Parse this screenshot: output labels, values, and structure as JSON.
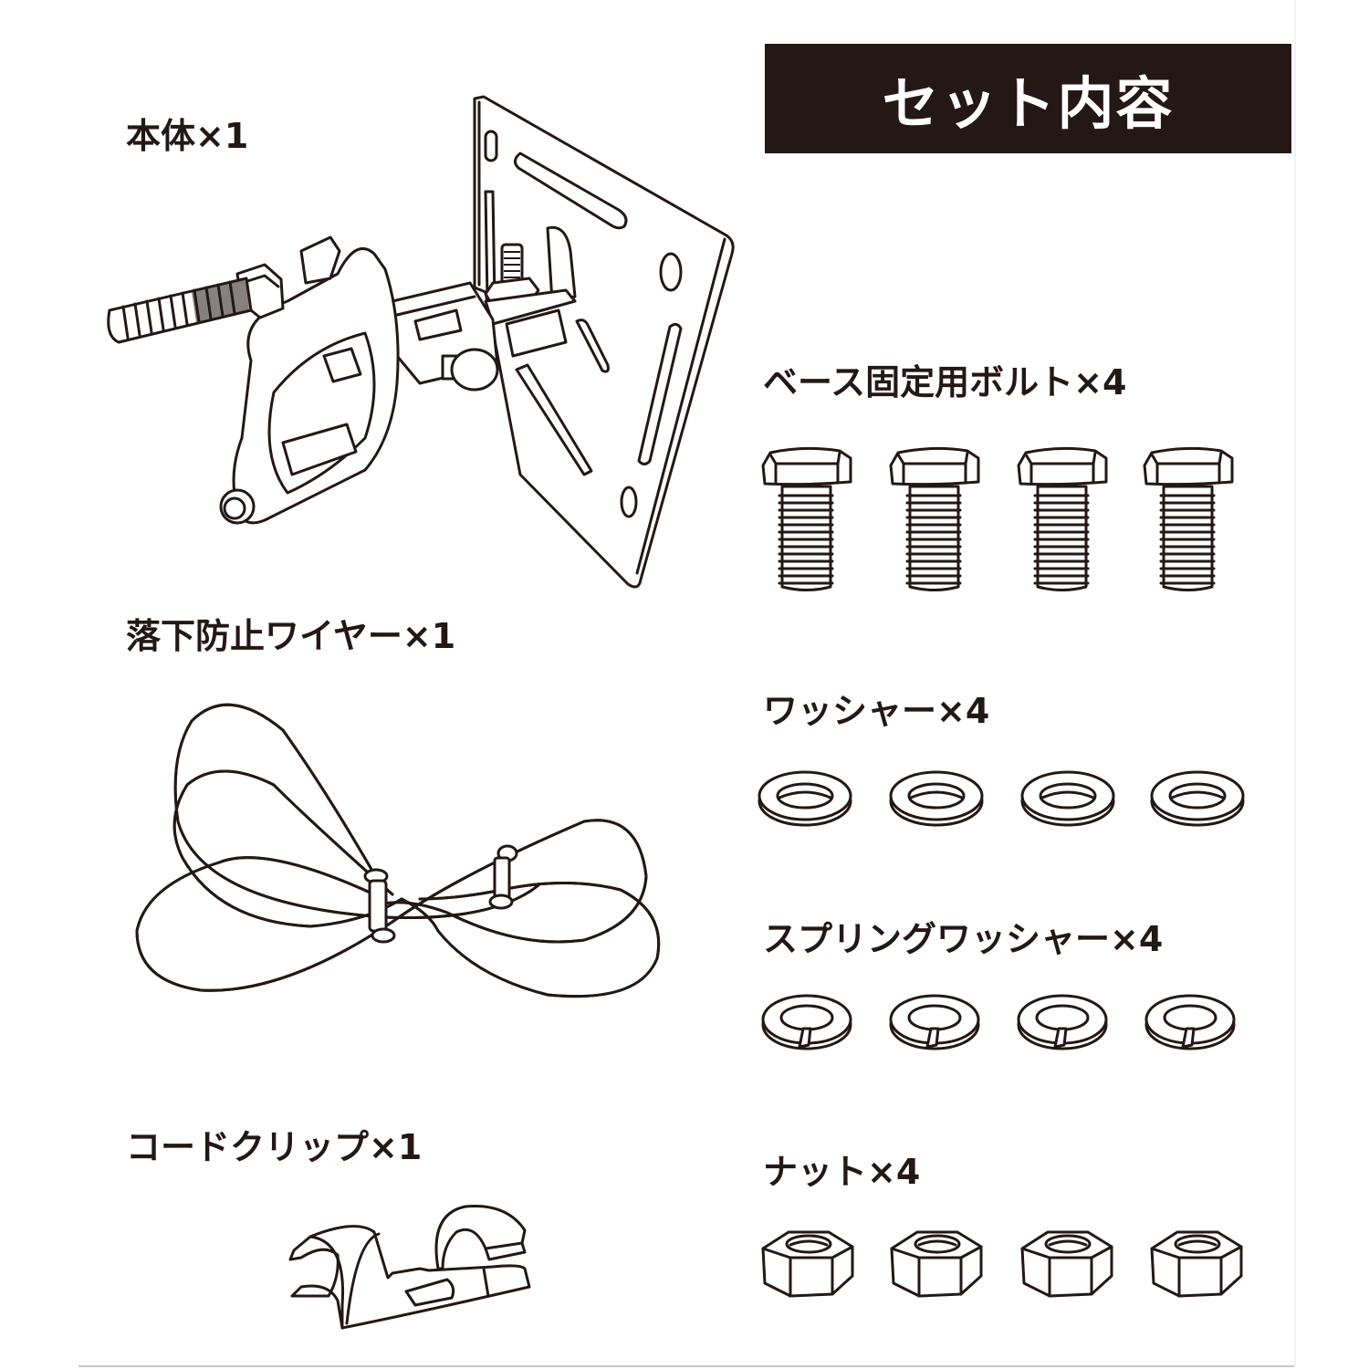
{
  "header": {
    "title": "セット内容"
  },
  "colors": {
    "ink": "#231815",
    "title_bg": "#231815",
    "title_text": "#ffffff",
    "background": "#ffffff"
  },
  "items": {
    "body": {
      "label": "本体×1",
      "name": "本体",
      "quantity": 1,
      "icon": "mount-bracket-clamp-icon"
    },
    "drop_wire": {
      "label": "落下防止ワイヤー×1",
      "name": "落下防止ワイヤー",
      "quantity": 1,
      "icon": "safety-wire-icon"
    },
    "cord_clip": {
      "label": "コードクリップ×1",
      "name": "コードクリップ",
      "quantity": 1,
      "icon": "cord-clip-icon"
    },
    "base_bolt": {
      "label": "ベース固定用ボルト×4",
      "name": "ベース固定用ボルト",
      "quantity": 4,
      "icon": "hex-bolt-icon"
    },
    "washer": {
      "label": "ワッシャー×4",
      "name": "ワッシャー",
      "quantity": 4,
      "icon": "flat-washer-icon"
    },
    "spring_washer": {
      "label": "スプリングワッシャー×4",
      "name": "スプリングワッシャー",
      "quantity": 4,
      "icon": "spring-washer-icon"
    },
    "nut": {
      "label": "ナット×4",
      "name": "ナット",
      "quantity": 4,
      "icon": "hex-nut-icon"
    }
  }
}
